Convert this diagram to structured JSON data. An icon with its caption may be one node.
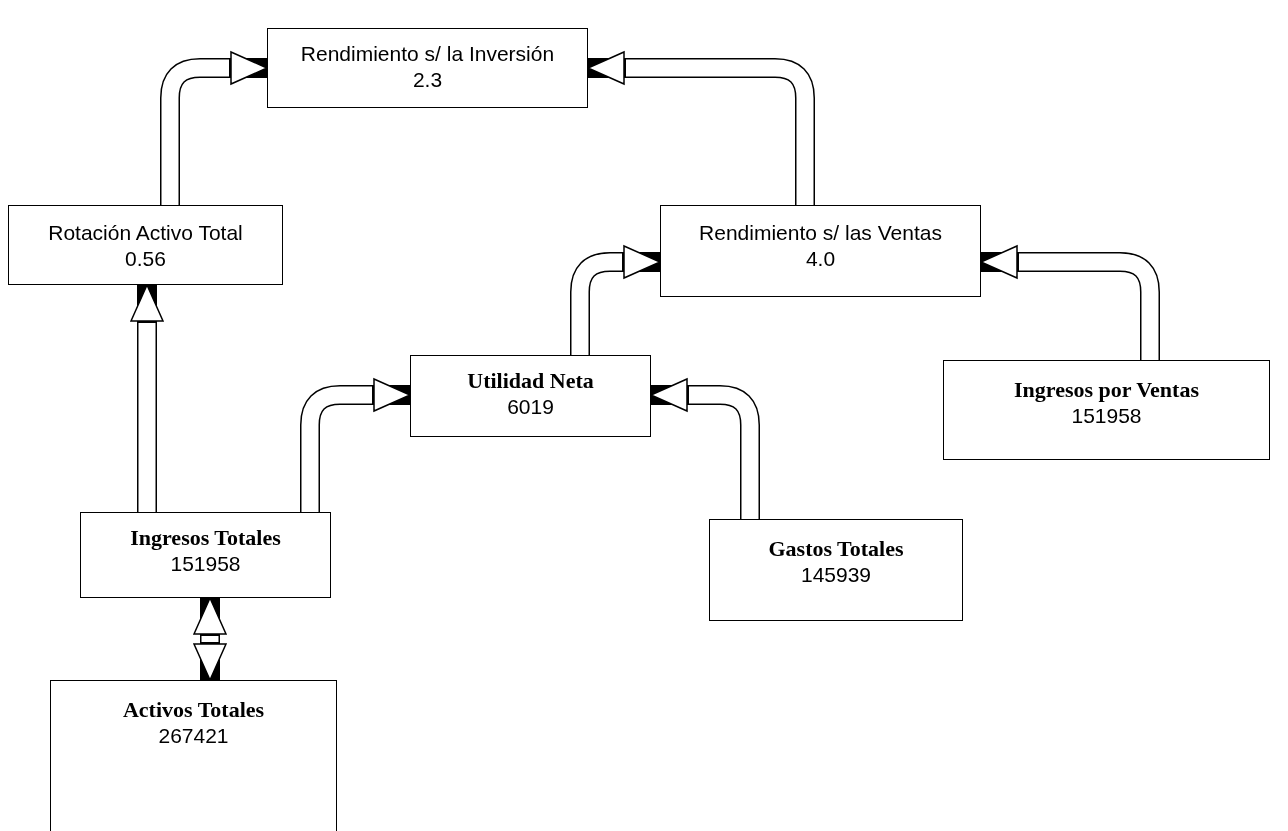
{
  "diagram": {
    "nodes": [
      {
        "text": [
          "Rendimiento s/ la Inversión",
          "2.3"
        ]
      },
      {
        "text": [
          "Rotación Activo Total",
          "0.56"
        ]
      },
      {
        "text": [
          "Rendimiento s/ las Ventas",
          "4.0"
        ]
      },
      {
        "text": [
          "Utilidad Neta",
          "6019"
        ]
      },
      {
        "text": [
          "Ingresos por Ventas",
          "151958"
        ]
      },
      {
        "text": [
          "Ingresos Totales",
          "151958"
        ]
      },
      {
        "text": [
          "Gastos Totales",
          "145939"
        ]
      },
      {
        "text": [
          "Activos Totales",
          "267421"
        ]
      }
    ],
    "edges": [
      {
        "from": 1,
        "to": 0,
        "arrow": "to"
      },
      {
        "from": 2,
        "to": 0,
        "arrow": "to"
      },
      {
        "from": 3,
        "to": 2,
        "arrow": "to"
      },
      {
        "from": 4,
        "to": 2,
        "arrow": "to"
      },
      {
        "from": 5,
        "to": 3,
        "arrow": "to"
      },
      {
        "from": 6,
        "to": 3,
        "arrow": "to"
      },
      {
        "from": 5,
        "to": 1,
        "arrow": "to"
      },
      {
        "from": 5,
        "to": 7,
        "arrow": "both"
      }
    ]
  }
}
